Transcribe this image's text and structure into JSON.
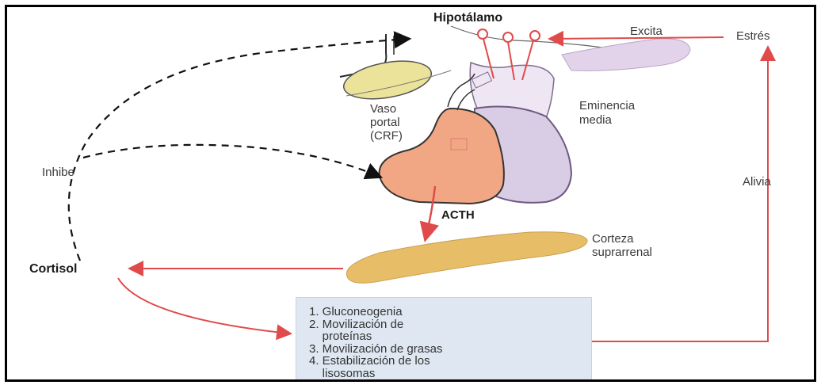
{
  "labels": {
    "hypothalamus": "Hipotálamo",
    "excites": "Excita",
    "stress": "Estrés",
    "portal_vessel": [
      "Vaso",
      "portal",
      "(CRF)"
    ],
    "median_eminence": [
      "Eminencia",
      "media"
    ],
    "inhibits": "Inhibe",
    "relieves": "Alivia",
    "acth": "ACTH",
    "adrenal_cortex": [
      "Corteza",
      "suprarrenal"
    ],
    "cortisol": "Cortisol"
  },
  "effects": [
    "1. Gluconeogenia",
    "2. Movilización de",
    "    proteínas",
    "3. Movilización de grasas",
    "4. Estabilización de los",
    "    lisosomas"
  ],
  "colors": {
    "arrow_red": "#e04a4a",
    "anterior_pituitary": "#f2a784",
    "posterior_pituitary": "#d9cde6",
    "adrenal": "#e8bd68",
    "chiasm": "#ece39a",
    "effects_box": "#dfe8f2"
  }
}
